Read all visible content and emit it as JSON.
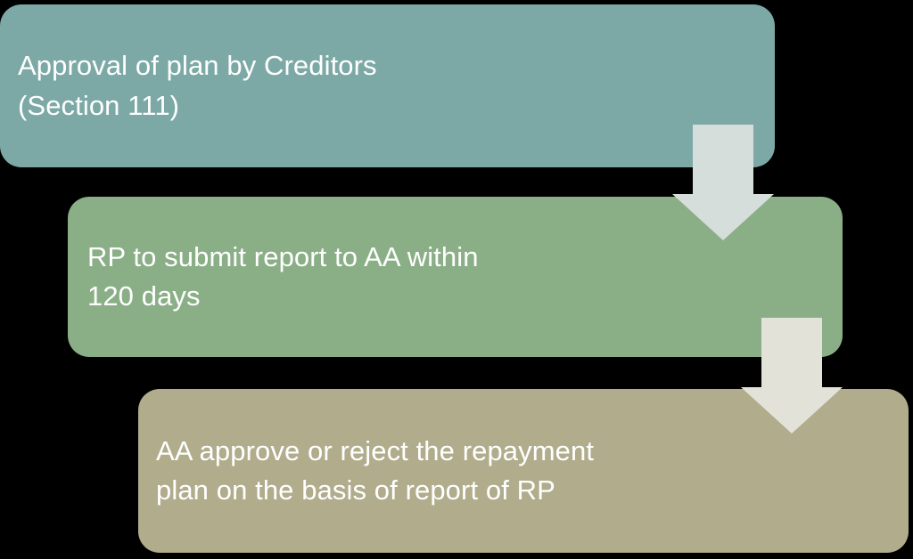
{
  "diagram": {
    "type": "vertical-process-flow",
    "background_color": "#000000",
    "steps": [
      {
        "id": "approval",
        "label": "Approval of plan by Creditors\n(Section 111)",
        "color": "#7CA9A6",
        "order": 1
      },
      {
        "id": "report",
        "label": "RP to submit report to AA within\n120 days",
        "color": "#8AAF86",
        "order": 2
      },
      {
        "id": "decision",
        "label": "AA approve or reject the repayment\nplan on the basis of report of RP",
        "color": "#B0AC8C",
        "order": 3
      }
    ],
    "connectors": [
      {
        "id": "connector-1",
        "icon": "down-arrow-icon",
        "from": "approval",
        "to": "report",
        "color": "#D5DEDA"
      },
      {
        "id": "connector-2",
        "icon": "down-arrow-icon",
        "from": "report",
        "to": "decision",
        "color": "#E2E2D9"
      }
    ]
  }
}
